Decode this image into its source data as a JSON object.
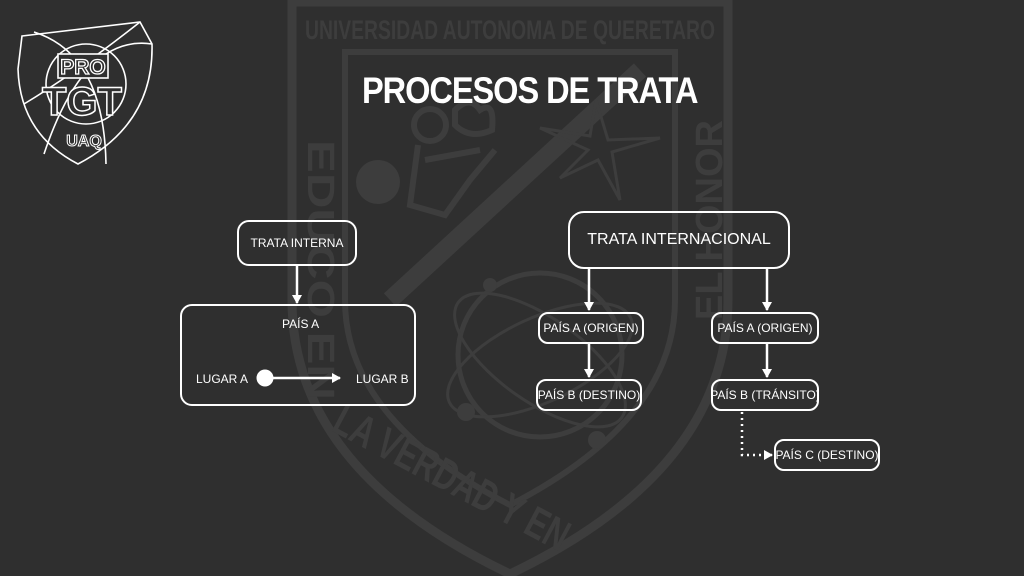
{
  "watermark": {
    "top_text": "UNIVERSIDAD AUTONOMA DE QUERETARO",
    "left_text": "EDUCO EN",
    "bottom_text": "LA VERDAD Y EN",
    "right_text": "EL HONOR"
  },
  "logo": {
    "pro": "PRO",
    "tgt": "TGT",
    "uaq": "UAQ"
  },
  "title": "PROCESOS DE TRATA",
  "internal": {
    "header": "TRATA INTERNA",
    "country": "PAÍS A",
    "from_place": "LUGAR A",
    "to_place": "LUGAR B"
  },
  "international": {
    "header": "TRATA INTERNACIONAL",
    "left_branch": {
      "origin": "PAÍS A (ORIGEN)",
      "destination": "PAÍS B (DESTINO)"
    },
    "right_branch": {
      "origin": "PAÍS A (ORIGEN)",
      "transit": "PAÍS B (TRÁNSITO)",
      "destination": "PAÍS C (DESTINO)"
    }
  },
  "colors": {
    "background": "#2f2f2f",
    "foreground": "#ffffff",
    "watermark": "#3d3d3d"
  }
}
